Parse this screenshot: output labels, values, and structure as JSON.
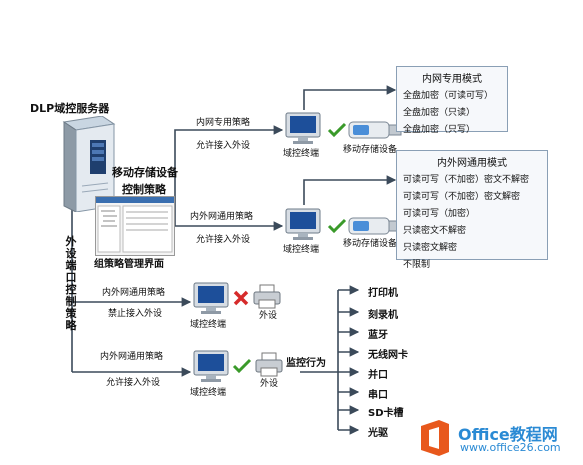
{
  "server": {
    "label": "DLP域控服务器"
  },
  "storage_policy": {
    "line1": "移动存储设备",
    "line2": "控制策略"
  },
  "policy_ui": {
    "label": "组策略管理界面"
  },
  "port_policy": {
    "label": "外设端口控制策略"
  },
  "branch1": {
    "policy": "内网专用策略",
    "action": "允许接入外设",
    "terminal": "域控终端",
    "device": "移动存储设备"
  },
  "branch2": {
    "policy": "内外网通用策略",
    "action": "允许接入外设",
    "terminal": "域控终端",
    "device": "移动存储设备"
  },
  "branch3": {
    "policy": "内外网通用策略",
    "action": "禁止接入外设",
    "terminal": "域控终端",
    "device": "外设"
  },
  "branch4": {
    "policy": "内外网通用策略",
    "action": "允许接入外设",
    "terminal": "域控终端",
    "device": "外设",
    "monitor": "监控行为"
  },
  "intranet_mode": {
    "title": "内网专用模式",
    "items": [
      "全盘加密（可读可写）",
      "全盘加密（只读）",
      "全盘加密（只写）"
    ]
  },
  "general_mode": {
    "title": "内外网通用模式",
    "items": [
      "可读可写（不加密）密文不解密",
      "可读可写（不加密）密文解密",
      "可读可写（加密）",
      "只读密文不解密",
      "只读密文解密",
      "不限制"
    ]
  },
  "monitored_devices": [
    "打印机",
    "刻录机",
    "蓝牙",
    "无线网卡",
    "并口",
    "串口",
    "SD卡槽",
    "光驱"
  ],
  "watermark": {
    "name": "Office教程网",
    "url": "www.office26.com"
  },
  "colors": {
    "arrow": "#3b4a5a",
    "check": "#3a9a2a",
    "cross": "#d62b2b",
    "box_border": "#8a9fb5",
    "brand_orange": "#e8581c",
    "brand_blue": "#2a8ad4"
  }
}
